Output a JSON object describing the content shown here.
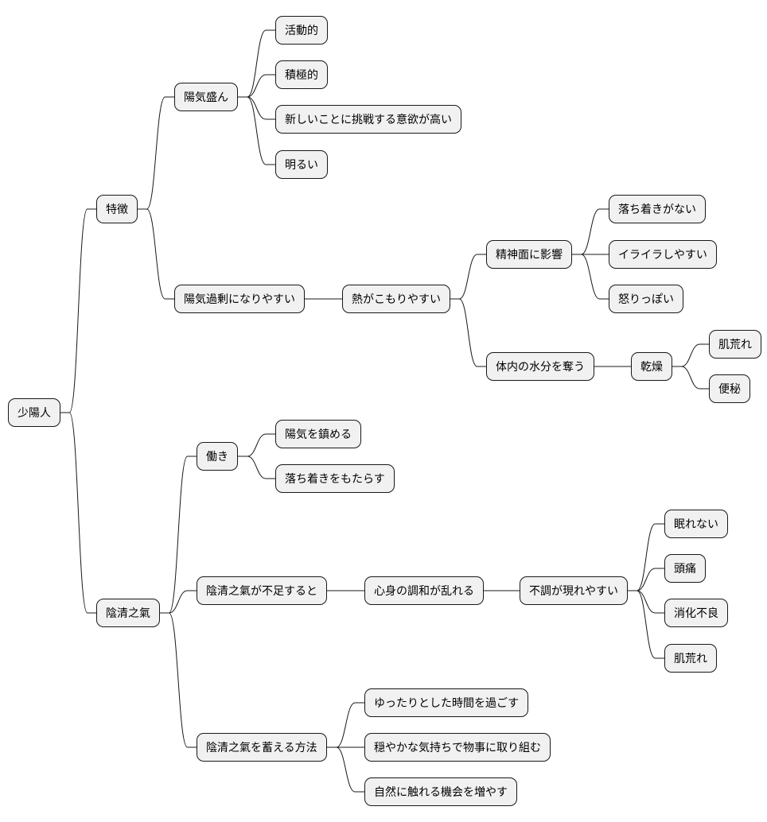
{
  "mindmap": {
    "root": {
      "label": "少陽人"
    },
    "features": {
      "label": "特徴",
      "yang_flourishing": {
        "label": "陽気盛ん",
        "active": "活動的",
        "proactive": "積極的",
        "eager": "新しいことに挑戦する意欲が高い",
        "cheerful": "明るい"
      },
      "yang_excess": {
        "label": "陽気過剰になりやすい",
        "heat": {
          "label": "熱がこもりやすい",
          "mental": {
            "label": "精神面に影響",
            "restless": "落ち着きがない",
            "irritable": "イライラしやすい",
            "angry": "怒りっぽい"
          },
          "moisture": {
            "label": "体内の水分を奪う",
            "dryness": {
              "label": "乾燥",
              "skin": "肌荒れ",
              "constipation": "便秘"
            }
          }
        }
      }
    },
    "yin": {
      "label": "陰清之氣",
      "function": {
        "label": "働き",
        "calm_yang": "陽気を鎮める",
        "bring_calm": "落ち着きをもたらす"
      },
      "deficiency": {
        "label": "陰清之氣が不足すると",
        "imbalance": {
          "label": "心身の調和が乱れる",
          "symptoms": {
            "label": "不調が現れやすい",
            "insomnia": "眠れない",
            "headache": "頭痛",
            "indigestion": "消化不良",
            "skin": "肌荒れ"
          }
        }
      },
      "methods": {
        "label": "陰清之氣を蓄える方法",
        "relax": "ゆったりとした時間を過ごす",
        "calm_mind": "穏やかな気持ちで物事に取り組む",
        "nature": "自然に触れる機会を増やす"
      }
    }
  }
}
